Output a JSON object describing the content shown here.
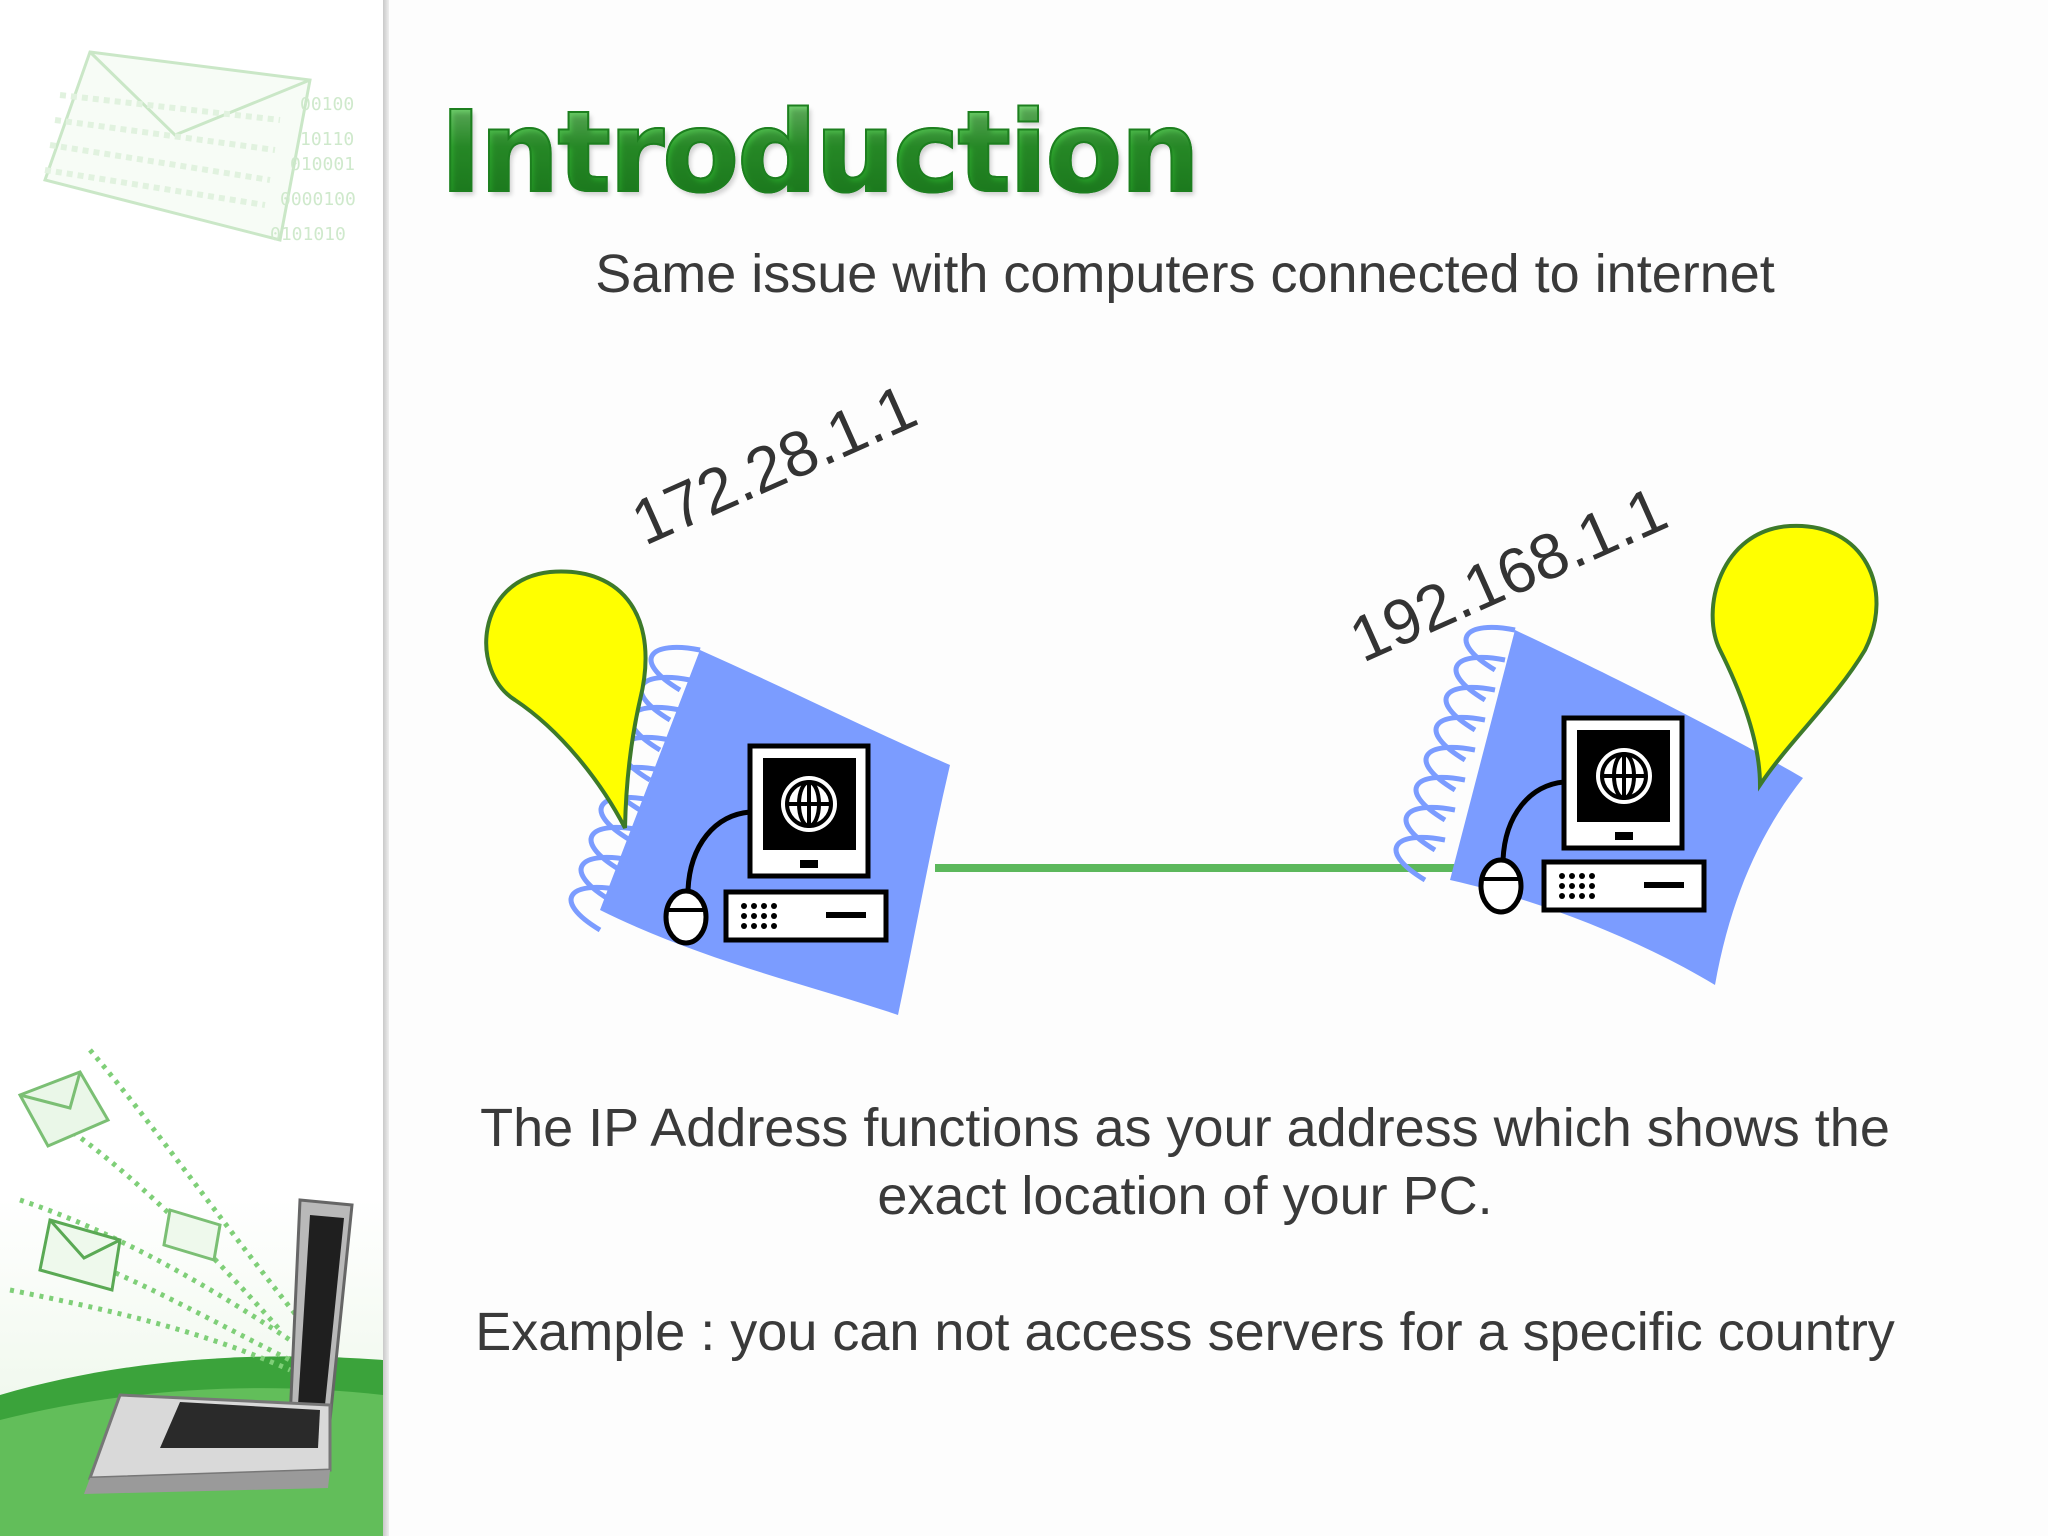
{
  "slide": {
    "title": "Introduction",
    "subtitle": "Same issue with computers connected to internet",
    "paragraph_1": "The IP Address functions as your address which shows the exact location of your PC.",
    "paragraph_2": "Example : you can not access servers for a specific country"
  },
  "network": {
    "left_computer": {
      "ip": "172.28.1.1"
    },
    "right_computer": {
      "ip": "192.168.1.1"
    }
  },
  "colors": {
    "title_green": "#2fa62f",
    "pin_yellow": "#ffff00",
    "pin_outline": "#3d7a2a",
    "flag_blue": "#7b9cff",
    "link_green": "#5cb85c",
    "text_gray": "#3a3a3a"
  },
  "icons": {
    "sidebar_top": "binary-envelope-icon",
    "sidebar_bottom": "laptop-with-flying-envelopes-icon",
    "pins": "map-pin-icon",
    "computers": "internet-computer-icon"
  }
}
